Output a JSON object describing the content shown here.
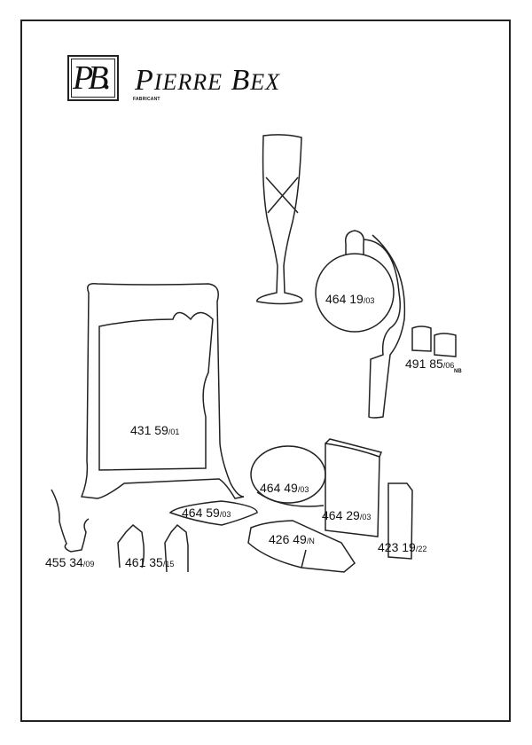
{
  "brand": {
    "monogram": "PB.",
    "name_first_initial": "P",
    "name_first_rest": "IERRE",
    "name_last_initial": "B",
    "name_last_rest": "EX",
    "tagline": "FABRICANT"
  },
  "items": [
    {
      "code": "464 19",
      "suffix": "/03"
    },
    {
      "code": "491 85",
      "suffix": "/06",
      "note": "NB"
    },
    {
      "code": "431 59",
      "suffix": "/01"
    },
    {
      "code": "464 49",
      "suffix": "/03"
    },
    {
      "code": "464 59",
      "suffix": "/03"
    },
    {
      "code": "464 29",
      "suffix": "/03"
    },
    {
      "code": "426 49",
      "suffix": "/N"
    },
    {
      "code": "423 19",
      "suffix": "/22"
    },
    {
      "code": "455 34",
      "suffix": "/09"
    },
    {
      "code": "461 35",
      "suffix": "/15"
    }
  ]
}
